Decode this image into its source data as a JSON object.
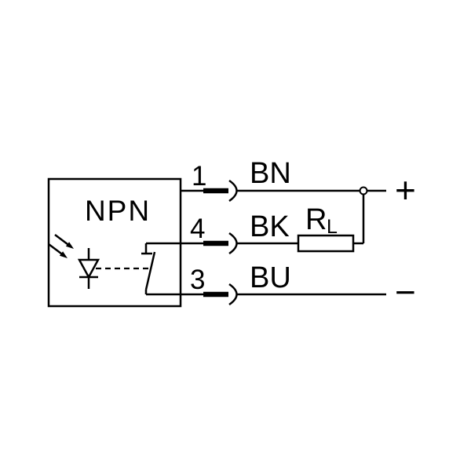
{
  "diagram": {
    "device_label": "NPN",
    "wires": [
      {
        "pin": "1",
        "color_code": "BN"
      },
      {
        "pin": "4",
        "color_code": "BK"
      },
      {
        "pin": "3",
        "color_code": "BU"
      }
    ],
    "load": {
      "name": "R",
      "sub": "L"
    },
    "terminals": {
      "plus": "+",
      "minus": "−"
    },
    "colors": {
      "stroke": "#000000",
      "background": "#ffffff"
    }
  }
}
